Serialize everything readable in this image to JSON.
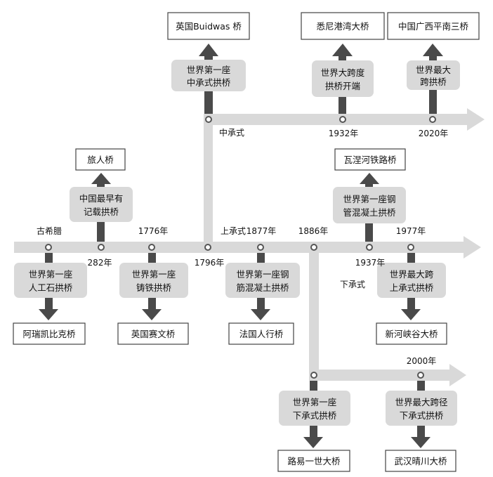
{
  "bridges": {
    "buidwas": "英国Buidwas 桥",
    "sydney": "悉尼港湾大桥",
    "pingnan": "中国广西平南三桥",
    "lvren": "旅人桥",
    "wahe": "瓦涅河铁路桥",
    "arkadiko": "阿瑞凯比克桥",
    "severn": "英国赛文桥",
    "france": "法国人行桥",
    "newriver": "新河峡谷大桥",
    "louis": "路易一世大桥",
    "qingchuan": "武汉晴川大桥"
  },
  "milestones": {
    "m1796": [
      "世界第一座",
      "中承式拱桥"
    ],
    "m1932": [
      "世界大跨度",
      "拱桥开端"
    ],
    "m2020": [
      "世界最大",
      "跨拱桥"
    ],
    "m282": [
      "中国最早有",
      "记载拱桥"
    ],
    "m1937": [
      "世界第一座钢",
      "管混凝土拱桥"
    ],
    "mgreek": [
      "世界第一座",
      "人工石拱桥"
    ],
    "m1776": [
      "世界第一座",
      "铸铁拱桥"
    ],
    "m1877": [
      "世界第一座钢",
      "筋混凝土拱桥"
    ],
    "m1977": [
      "世界最大跨",
      "上承式拱桥"
    ],
    "m1886": [
      "世界第一座",
      "下承式拱桥"
    ],
    "m2000": [
      "世界最大跨径",
      "下承式拱桥"
    ]
  },
  "labels": {
    "greek": "古希腊",
    "y282": "282年",
    "y1776": "1776年",
    "y1796": "1796年",
    "y1877": "1877年",
    "y1886": "1886年",
    "y1937": "1937年",
    "y1977": "1977年",
    "y1932": "1932年",
    "y2020": "2020年",
    "y2000": "2000年",
    "mid": "中承式",
    "top": "上承式",
    "through": "下承式"
  }
}
